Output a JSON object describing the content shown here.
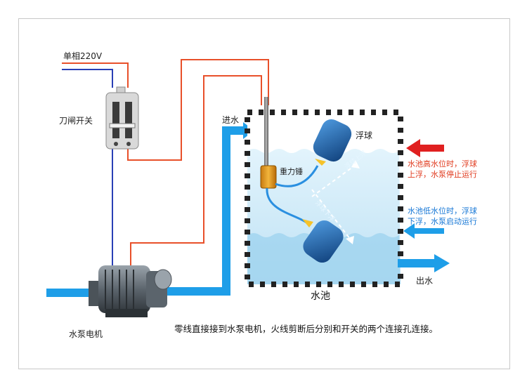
{
  "labels": {
    "power": "单相220V",
    "knife_switch": "刀闸开关",
    "inlet": "进水",
    "float_ball": "浮球",
    "counterweight": "重力锤",
    "pool": "水池",
    "outlet": "出水",
    "pump_motor": "水泵电机",
    "high_level_note": "水池高水位时，浮球上浮，水泵停止运行",
    "low_level_note": "水池低水位时，浮球下浮，水泵启动运行",
    "float_up": "浮球上浮",
    "float_down": "浮球下浮",
    "wiring_note": "零线直接接到水泵电机，火线剪断后分别和开关的两个连接孔连接。"
  },
  "colors": {
    "live_wire": "#e8502a",
    "neutral_wire": "#2a3fb5",
    "water_pipe": "#1e9ee8",
    "water": "#bfe3f5",
    "float_body": "#1a5fa8",
    "arrow_red": "#e02020"
  }
}
